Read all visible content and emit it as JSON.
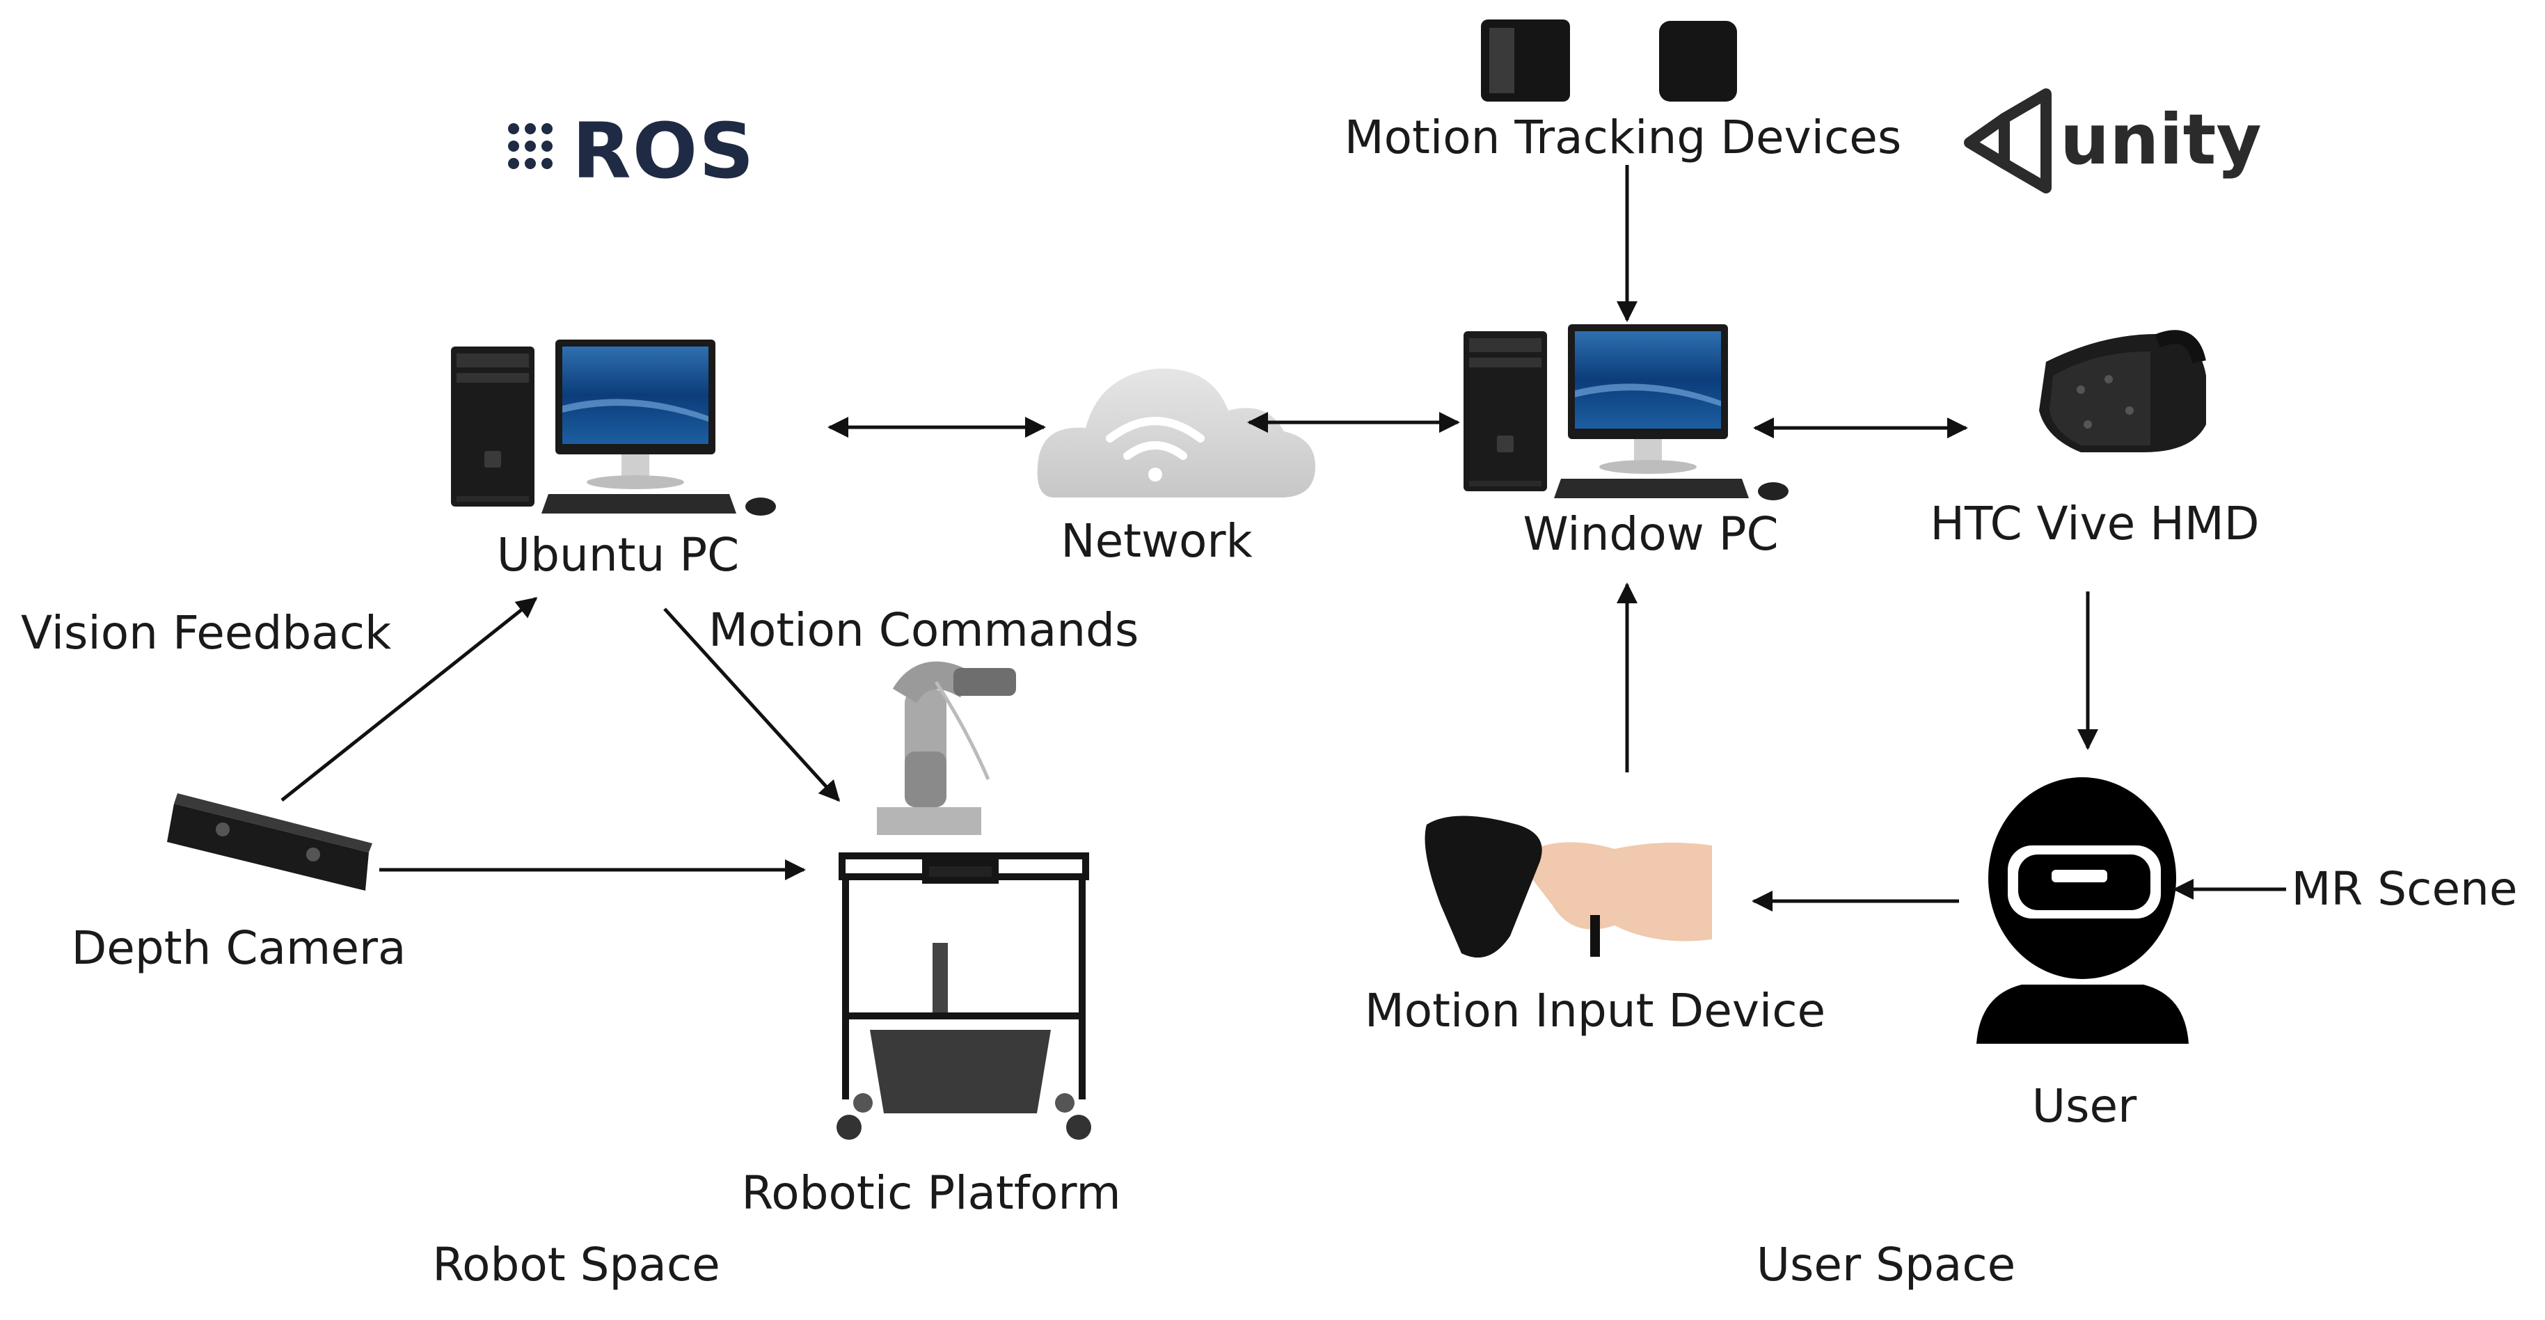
{
  "logos": {
    "ros": "ROS",
    "unity": "unity"
  },
  "labels": {
    "ubuntu_pc": "Ubuntu PC",
    "network": "Network",
    "window_pc": "Window PC",
    "htc_vive": "HTC Vive HMD",
    "motion_tracking": "Motion Tracking Devices",
    "vision_feedback": "Vision Feedback",
    "motion_commands": "Motion Commands",
    "depth_camera": "Depth Camera",
    "robotic_platform": "Robotic Platform",
    "robot_space": "Robot Space",
    "motion_input": "Motion Input Device",
    "user": "User",
    "mr_scene": "MR Scene",
    "user_space": "User Space"
  }
}
